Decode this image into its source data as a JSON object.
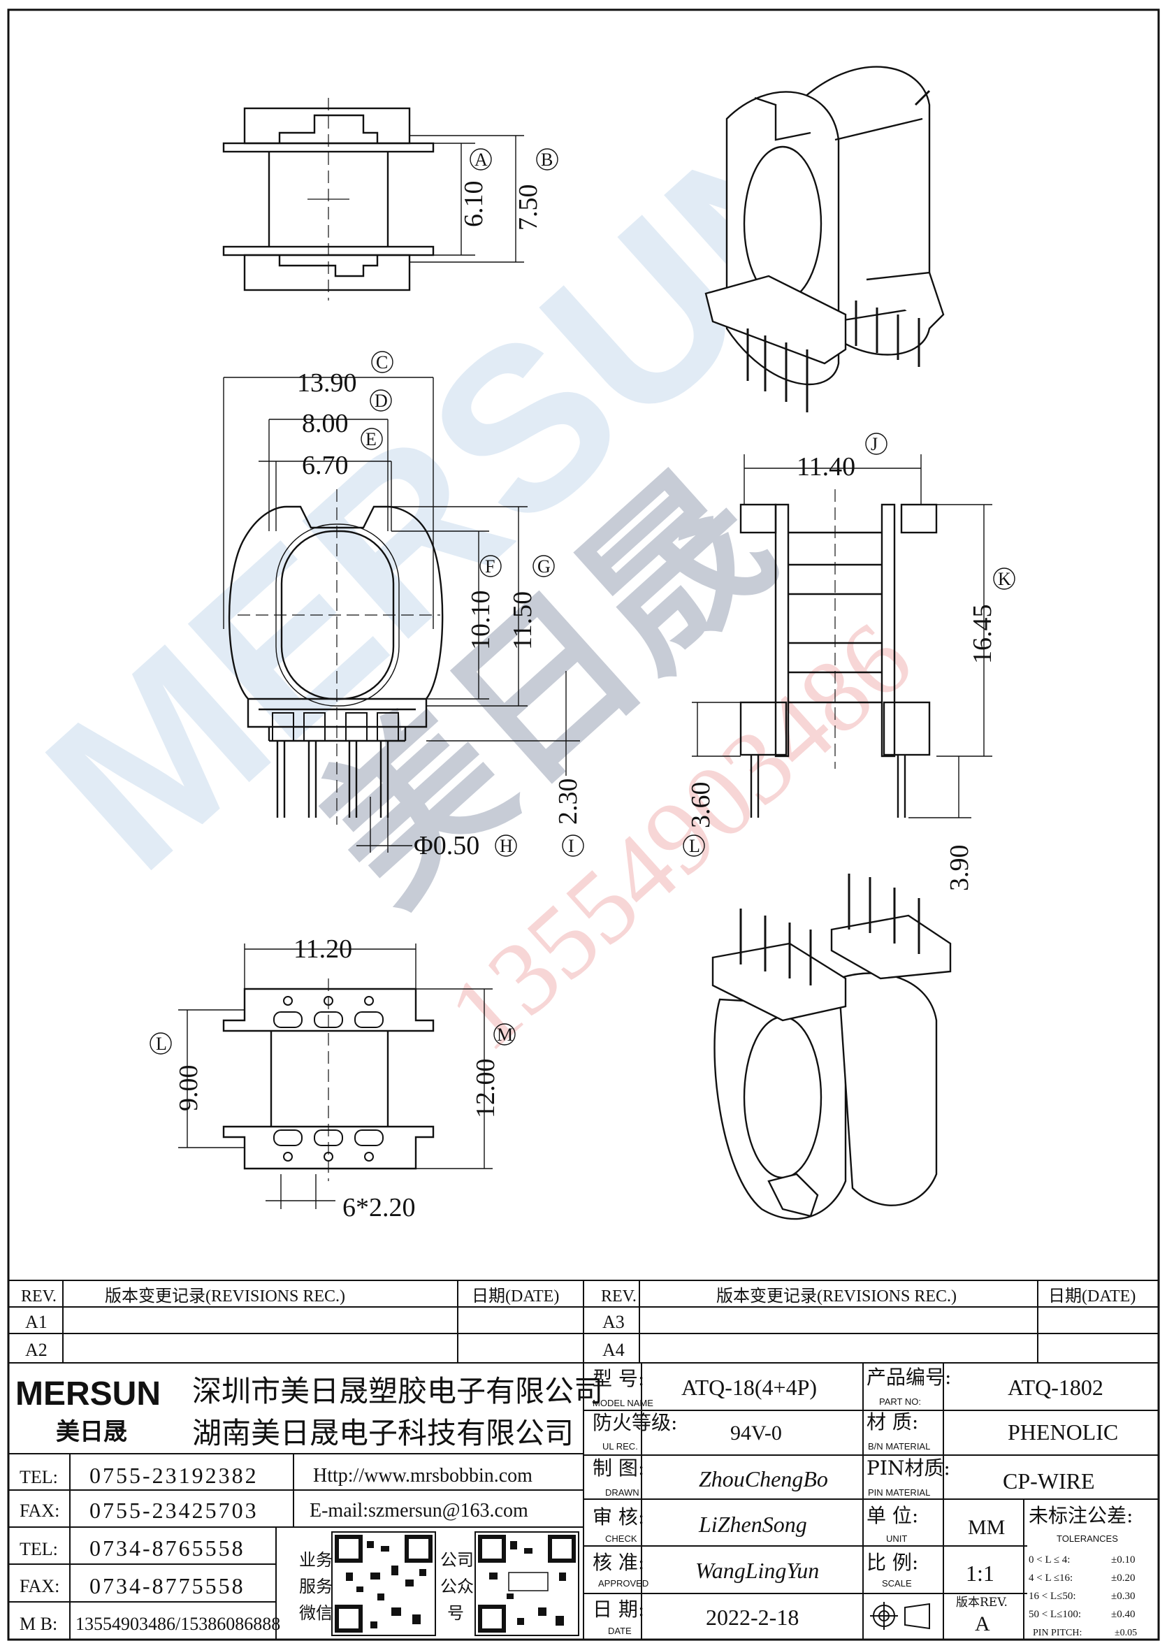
{
  "watermark": {
    "brand": "MERSUN",
    "brand_cn": "美日晟",
    "phone": "13554903486"
  },
  "dimensions": {
    "A": "6.10",
    "B": "7.50",
    "C": "13.90",
    "D": "8.00",
    "E": "6.70",
    "F": "10.10",
    "G": "11.50",
    "H": "Φ0.50",
    "I": "2.30",
    "J": "11.40",
    "K": "16.45",
    "L": "3.60",
    "L_pin": "3.90",
    "bottom_width": "11.20",
    "bottom_inner": "9.00",
    "bottom_outer": "12.00",
    "pitch": "6*2.20"
  },
  "dim_letters": [
    "A",
    "B",
    "C",
    "D",
    "E",
    "F",
    "G",
    "H",
    "I",
    "J",
    "K",
    "L",
    "M"
  ],
  "revisions_left": {
    "rev_header": "REV.",
    "rec_header": "版本变更记录(REVISIONS REC.)",
    "date_header": "日期(DATE)",
    "rows": [
      "A1",
      "A2"
    ]
  },
  "revisions_right": {
    "rev_header": "REV.",
    "rec_header": "版本变更记录(REVISIONS REC.)",
    "date_header": "日期(DATE)",
    "rows": [
      "A3",
      "A4"
    ]
  },
  "company": {
    "logo": "MERSUN",
    "logo_cn": "美日晟",
    "name1": "深圳市美日晟塑胶电子有限公司",
    "name2": "湖南美日晟电子科技有限公司"
  },
  "contacts": [
    {
      "label": "TEL:",
      "value": "0755-23192382"
    },
    {
      "label": "FAX:",
      "value": "0755-23425703"
    },
    {
      "label": "TEL:",
      "value": "0734-8765558"
    },
    {
      "label": "FAX:",
      "value": "0734-8775558"
    },
    {
      "label": "M B:",
      "value": "13554903486/15386086888"
    }
  ],
  "web": "Http://www.mrsbobbin.com",
  "email": "E-mail:szmersun@163.com",
  "qr_labels": {
    "left": [
      "业务",
      "服务",
      "微信"
    ],
    "right": [
      "公司",
      "公众",
      "号"
    ]
  },
  "info": {
    "model": {
      "label": "型 号:",
      "sub": "MODEL NAME",
      "value": "ATQ-18(4+4P)"
    },
    "part": {
      "label": "产品编号:",
      "sub": "PART NO:",
      "value": "ATQ-1802"
    },
    "ul": {
      "label": "防火等级:",
      "sub": "UL REC.",
      "value": "94V-0"
    },
    "material": {
      "label": "材 质:",
      "sub": "B/N MATERIAL",
      "value": "PHENOLIC"
    },
    "drawn": {
      "label": "制 图:",
      "sub": "DRAWN",
      "value": "ZhouChengBo"
    },
    "pin_material": {
      "label": "PIN材质:",
      "sub": "PIN MATERIAL",
      "value": "CP-WIRE"
    },
    "check": {
      "label": "审 核:",
      "sub": "CHECK",
      "value": "LiZhenSong"
    },
    "unit": {
      "label": "单 位:",
      "sub": "UNIT",
      "value": "MM"
    },
    "approved": {
      "label": "核 准:",
      "sub": "APPROVED",
      "value": "WangLingYun"
    },
    "scale": {
      "label": "比 例:",
      "sub": "SCALE",
      "value": "1:1"
    },
    "date": {
      "label": "日 期:",
      "sub": "DATE",
      "value": "2022-2-18"
    },
    "version": {
      "label": "版本REV.",
      "value": "A"
    }
  },
  "tolerances": {
    "title": "未标注公差:",
    "sub": "TOLERANCES",
    "rows": [
      {
        "range": "0 < L ≤ 4:",
        "tol": "±0.10"
      },
      {
        "range": "4 < L ≤16:",
        "tol": "±0.20"
      },
      {
        "range": "16 < L≤50:",
        "tol": "±0.30"
      },
      {
        "range": "50 < L≤100:",
        "tol": "±0.40"
      },
      {
        "range": "PIN PITCH:",
        "tol": "±0.05"
      }
    ]
  }
}
